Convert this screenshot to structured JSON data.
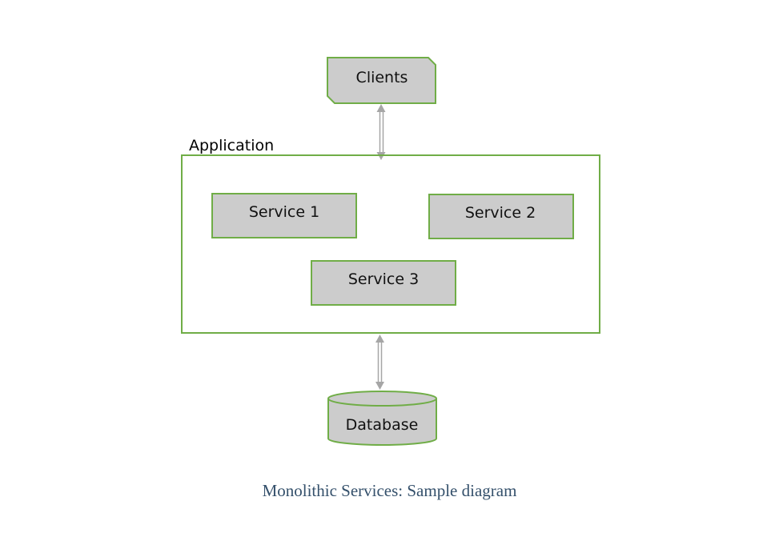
{
  "diagram": {
    "nodes": {
      "clients": "Clients",
      "application": "Application",
      "service1": "Service 1",
      "service2": "Service 2",
      "service3": "Service 3",
      "database": "Database"
    },
    "caption": "Monolithic Services: Sample diagram"
  },
  "colors": {
    "border": "#70ad47",
    "fill": "#cccccc",
    "arrow": "#a6a6a6",
    "caption": "#34506b"
  }
}
